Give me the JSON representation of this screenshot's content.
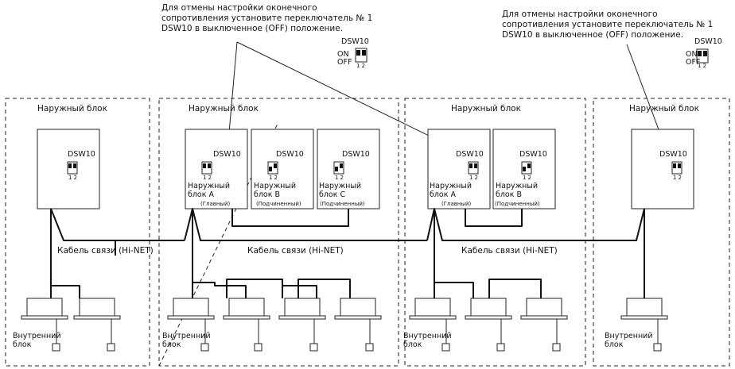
{
  "notes": {
    "left": "Для отмены настройки оконечного\nсопротивления установите переключатель № 1\nDSW10 в выключенное (OFF) положение.",
    "right": "Для отмены настройки оконечного\nсопротивления установите переключатель № 1\nDSW10 в выключенное (OFF) положение."
  },
  "legend": {
    "title": "DSW10",
    "on_label": "ON",
    "off_label": "OFF",
    "pin_labels": "1 2"
  },
  "outdoor_label": "Наружный блок",
  "switch_label": "DSW10",
  "switch_pins": "12",
  "units": {
    "unit_a": "Наружный\nблок А",
    "unit_b": "Наружный\nблок В",
    "unit_c": "Наружный\nблок С",
    "main": "(Главный)",
    "sub": "(Подчиненный)"
  },
  "cable_label": "Кабель связи (Hi-NET)",
  "indoor_label": "Внутренний\nблок"
}
